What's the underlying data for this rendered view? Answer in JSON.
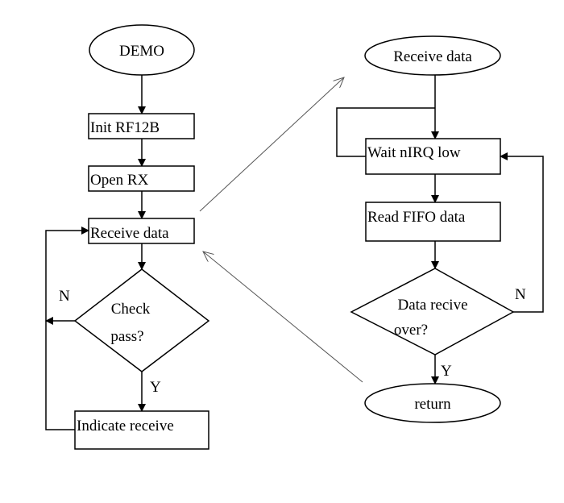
{
  "left_flow": {
    "start": "DEMO",
    "init": "Init RF12B",
    "open_rx": "Open RX",
    "receive": "Receive data",
    "check_line1": "Check",
    "check_line2": "pass?",
    "no_label": "N",
    "yes_label": "Y",
    "indicate": "Indicate receive"
  },
  "right_flow": {
    "start": "Receive data",
    "wait": "Wait nIRQ low",
    "read": "Read FIFO data",
    "decision_line1": "Data recive",
    "decision_line2": "over?",
    "no_label": "N",
    "yes_label": "Y",
    "end": "return"
  }
}
